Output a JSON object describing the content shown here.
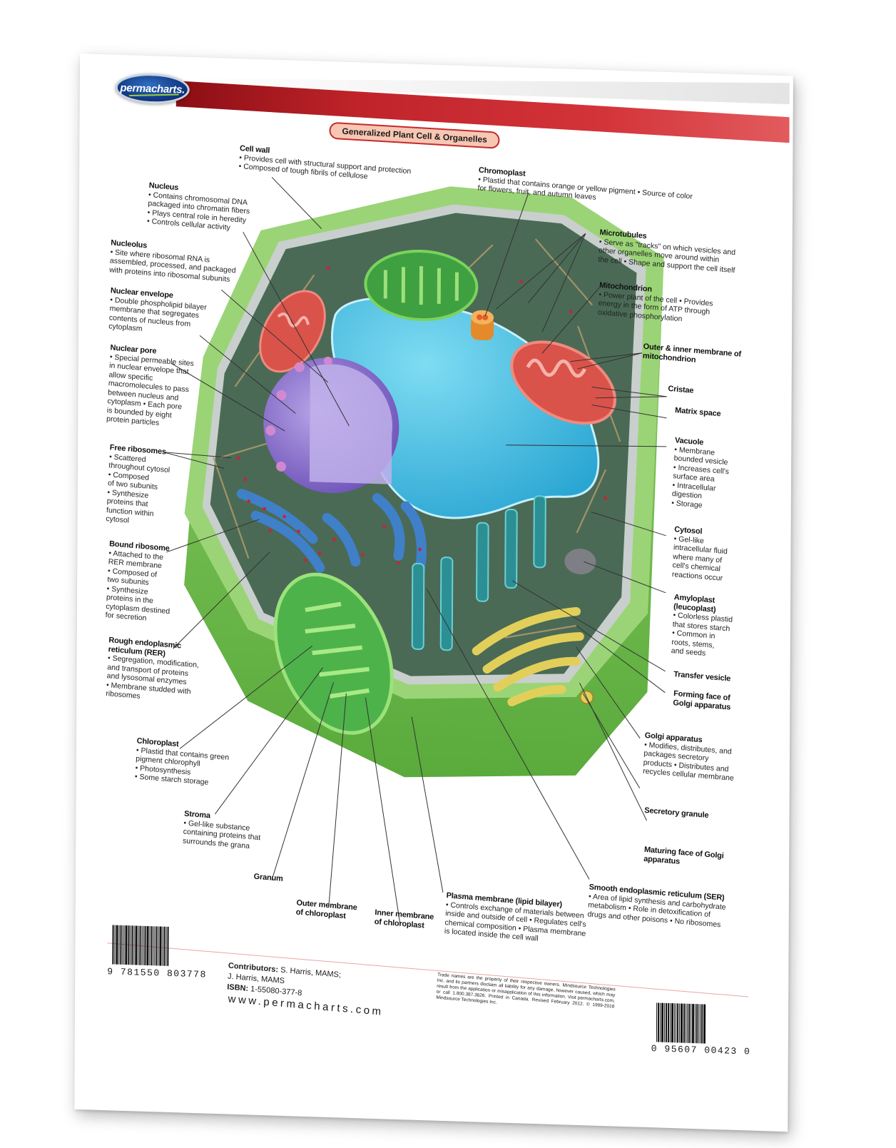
{
  "brand": {
    "logo_text": "permacharts.",
    "website": "www.permacharts.com"
  },
  "title": "Generalized Plant Cell & Organelles",
  "labels": {
    "cell_wall": {
      "heading": "Cell wall",
      "bullets": [
        "• Provides cell with structural support and protection",
        "• Composed of tough fibrils of cellulose"
      ]
    },
    "chromoplast": {
      "heading": "Chromoplast",
      "bullets": [
        "• Plastid that contains orange or yellow pigment • Source of color",
        "for flowers, fruit, and autumn leaves"
      ]
    },
    "nucleus": {
      "heading": "Nucleus",
      "bullets": [
        "• Contains chromosomal DNA",
        "packaged into chromatin fibers",
        "• Plays central role in heredity",
        "• Controls cellular activity"
      ]
    },
    "nucleolus": {
      "heading": "Nucleolus",
      "bullets": [
        "• Site where ribosomal RNA is",
        "assembled, processed, and packaged",
        "with proteins into ribosomal subunits"
      ]
    },
    "nuclear_envelope": {
      "heading": "Nuclear envelope",
      "bullets": [
        "• Double phospholipid bilayer",
        "membrane that segregates",
        "contents of nucleus from",
        "cytoplasm"
      ]
    },
    "nuclear_pore": {
      "heading": "Nuclear pore",
      "bullets": [
        "• Special permeable sites",
        "in nuclear envelope that",
        "allow specific",
        "macromolecules to pass",
        "between nucleus and",
        "cytoplasm • Each pore",
        "is bounded by eight",
        "protein particles"
      ]
    },
    "free_ribosomes": {
      "heading": "Free ribosomes",
      "bullets": [
        "• Scattered",
        "throughout cytosol",
        "• Composed",
        "of two subunits",
        "• Synthesize",
        "proteins that",
        "function within",
        "cytosol"
      ]
    },
    "bound_ribosome": {
      "heading": "Bound ribosome",
      "bullets": [
        "• Attached to the",
        "RER membrane",
        "• Composed of",
        "two subunits",
        "• Synthesize",
        "proteins in the",
        "cytoplasm destined",
        "for secretion"
      ]
    },
    "rer": {
      "heading": "Rough endoplasmic",
      "heading2": "reticulum (RER)",
      "bullets": [
        "• Segregation, modification,",
        "and transport of proteins",
        "and lysosomal enzymes",
        "• Membrane studded with",
        "ribosomes"
      ]
    },
    "chloroplast": {
      "heading": "Chloroplast",
      "bullets": [
        "• Plastid that contains green",
        "pigment chlorophyll",
        "• Photosynthesis",
        "• Some starch storage"
      ]
    },
    "stroma": {
      "heading": "Stroma",
      "bullets": [
        "• Gel-like substance",
        "containing proteins that",
        "surrounds the grana"
      ]
    },
    "granum": {
      "heading": "Granum"
    },
    "outer_membrane_chloroplast": {
      "heading": "Outer membrane",
      "heading2": "of chloroplast"
    },
    "inner_membrane_chloroplast": {
      "heading": "Inner membrane",
      "heading2": "of chloroplast"
    },
    "plasma_membrane": {
      "heading": "Plasma membrane (lipid bilayer)",
      "bullets": [
        "• Controls exchange of materials between",
        "inside and outside of cell • Regulates cell's",
        "chemical composition • Plasma membrane",
        "is located inside the cell wall"
      ]
    },
    "ser": {
      "heading": "Smooth endoplasmic reticulum (SER)",
      "bullets": [
        "• Area of lipid synthesis and carbohydrate",
        "metabolism • Role in detoxification of",
        "drugs and other poisons • No ribosomes"
      ]
    },
    "microtubules": {
      "heading": "Microtubules",
      "bullets": [
        "• Serve as \"tracks\" on which vesicles and",
        "other organelles move around within",
        "the cell • Shape and support the cell itself"
      ]
    },
    "mitochondrion": {
      "heading": "Mitochondrion",
      "bullets": [
        "• Power plant of the cell • Provides",
        "energy in the form of ATP through",
        "oxidative phosphorylation"
      ]
    },
    "mito_membranes": {
      "heading": "Outer & inner membrane of",
      "heading2": "mitochondrion"
    },
    "cristae": {
      "heading": "Cristae"
    },
    "matrix_space": {
      "heading": "Matrix space"
    },
    "vacuole": {
      "heading": "Vacuole",
      "bullets": [
        "• Membrane",
        "bounded vesicle",
        "• Increases cell's",
        "surface area",
        "• Intracellular",
        "digestion",
        "• Storage"
      ]
    },
    "cytosol": {
      "heading": "Cytosol",
      "bullets": [
        "• Gel-like",
        "intracellular fluid",
        "where many of",
        "cell's chemical",
        "reactions occur"
      ]
    },
    "amyloplast": {
      "heading": "Amyloplast",
      "heading2": "(leucoplast)",
      "bullets": [
        "• Colorless plastid",
        "that stores starch",
        "• Common in",
        "roots, stems,",
        "and seeds"
      ]
    },
    "transfer_vesicle": {
      "heading": "Transfer vesicle"
    },
    "forming_face": {
      "heading": "Forming face of",
      "heading2": "Golgi apparatus"
    },
    "golgi": {
      "heading": "Golgi apparatus",
      "bullets": [
        "• Modifies, distributes, and",
        "packages secretory",
        "products • Distributes and",
        "recycles cellular membrane"
      ]
    },
    "secretory_granule": {
      "heading": "Secretory granule"
    },
    "maturing_face": {
      "heading": "Maturing face of Golgi",
      "heading2": "apparatus"
    }
  },
  "footer": {
    "contributors_label": "Contributors:",
    "contributors_value": "S. Harris, MAMS;",
    "contributors_value2": "J. Harris, MAMS",
    "isbn_label": "ISBN:",
    "isbn_value": "1-55080-377-8",
    "barcode_left_number": "9 781550 803778",
    "barcode_right_number": "0 95607 00423 0",
    "legal": "Trade names are the property of their respective owners. Mindsource Technologies Inc. and its partners disclaim all liability for any damage, however caused, which may result from the application or misapplication of this information. Visit permacharts.com, or call 1.800.387.3626. Printed in Canada. Revised February 2012. © 1999-2018 Mindsource Technologies Inc."
  },
  "colors": {
    "header_red": "#c0242a",
    "cell_wall_green": "#7cc35a",
    "cytoplasm": "#4e6b5a",
    "vacuole": "#3cb8df",
    "nucleus": "#8a6fc8",
    "mitochondrion": "#d9534a",
    "chloroplast": "#4db24a",
    "golgi": "#e2cf5a",
    "er": "#3f80c9",
    "ser": "#2b8f94",
    "chromoplast": "#f29a3a",
    "amyloplast": "#7d7f84",
    "title_pill_bg": "#f7c7b4"
  }
}
